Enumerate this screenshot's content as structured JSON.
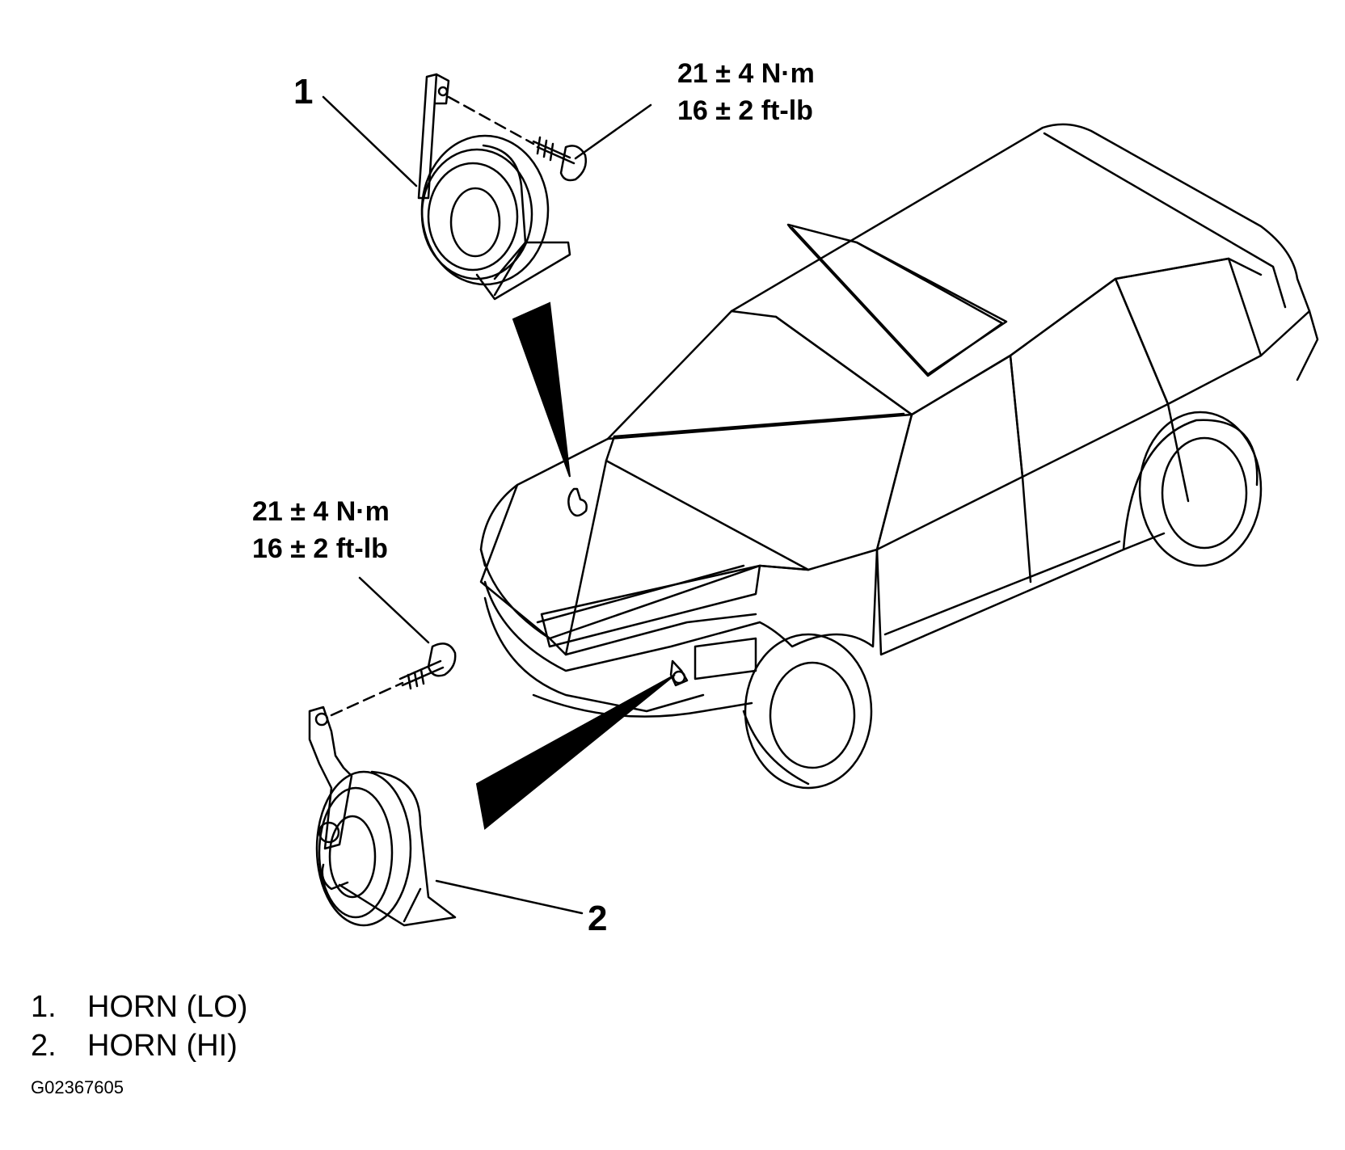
{
  "diagram": {
    "callouts": {
      "c1": "1",
      "c2": "2"
    },
    "torque_top": {
      "line1": "21 ± 4 N·m",
      "line2": "16 ± 2 ft-lb"
    },
    "torque_bottom": {
      "line1": "21 ± 4 N·m",
      "line2": "16 ± 2 ft-lb"
    },
    "legend": [
      {
        "num": "1.",
        "label": "HORN (LO)"
      },
      {
        "num": "2.",
        "label": "HORN (HI)"
      }
    ],
    "figure_id": "G02367605"
  }
}
